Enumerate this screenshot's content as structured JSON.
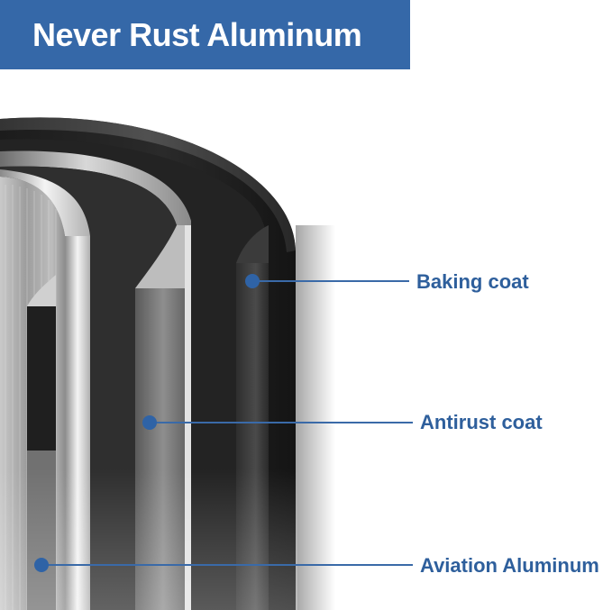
{
  "title": "Never Rust Aluminum",
  "layers": [
    {
      "key": "baking",
      "label": "Baking coat"
    },
    {
      "key": "antirust",
      "label": "Antirust coat"
    },
    {
      "key": "aviation",
      "label": "Aviation Aluminum"
    }
  ],
  "colors": {
    "banner": "#3568a8",
    "label_text": "#2e5f9c",
    "callout_line": "#3a6aa8",
    "callout_dot": "#2f63a6"
  }
}
